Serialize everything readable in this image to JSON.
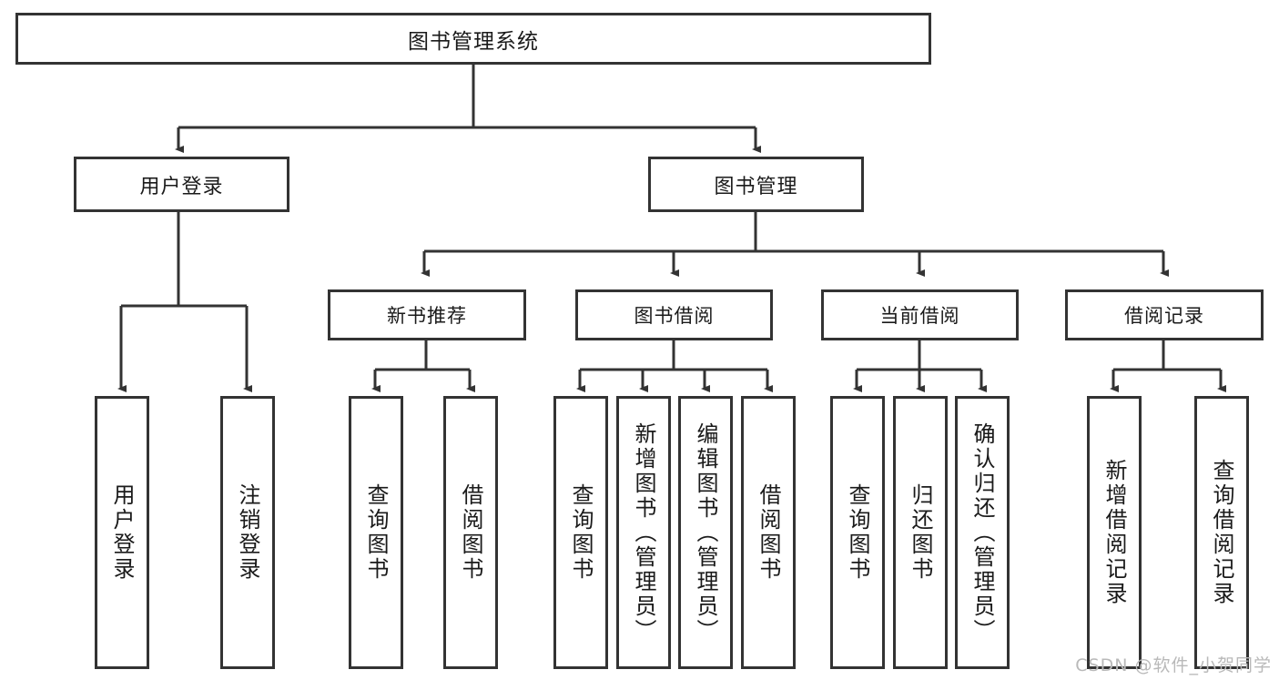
{
  "diagram": {
    "type": "hierarchy-tree",
    "title": "图书管理系统",
    "root": {
      "label": "图书管理系统"
    },
    "level2": [
      {
        "id": "user-login",
        "label": "用户登录"
      },
      {
        "id": "book-management",
        "label": "图书管理"
      }
    ],
    "level3": [
      {
        "id": "new-book-recommend",
        "label": "新书推荐"
      },
      {
        "id": "book-borrow",
        "label": "图书借阅"
      },
      {
        "id": "current-borrow",
        "label": "当前借阅"
      },
      {
        "id": "borrow-record",
        "label": "借阅记录"
      }
    ],
    "leaves": {
      "user_login": [
        {
          "id": "leaf-user-login",
          "label": "用户登录"
        },
        {
          "id": "leaf-logout-login",
          "label": "注销登录"
        }
      ],
      "new_book_recommend": [
        {
          "id": "leaf-query-book-1",
          "label": "查询图书"
        },
        {
          "id": "leaf-borrow-book-1",
          "label": "借阅图书"
        }
      ],
      "book_borrow": [
        {
          "id": "leaf-query-book-2",
          "label": "查询图书"
        },
        {
          "id": "leaf-add-book",
          "label": "新增图书（管理员）"
        },
        {
          "id": "leaf-edit-book",
          "label": "编辑图书（管理员）"
        },
        {
          "id": "leaf-borrow-book-2",
          "label": "借阅图书"
        }
      ],
      "current_borrow": [
        {
          "id": "leaf-query-book-3",
          "label": "查询图书"
        },
        {
          "id": "leaf-return-book",
          "label": "归还图书"
        },
        {
          "id": "leaf-confirm-return",
          "label": "确认归还（管理员）"
        }
      ],
      "borrow_record": [
        {
          "id": "leaf-add-record",
          "label": "新增借阅记录"
        },
        {
          "id": "leaf-query-record",
          "label": "查询借阅记录"
        }
      ]
    },
    "colors": {
      "border": "#333333",
      "background": "#ffffff",
      "text": "#1a1a1a",
      "watermark": "#b9b9b9"
    }
  },
  "watermark": {
    "text": "CSDN @软件_小贺同学"
  }
}
